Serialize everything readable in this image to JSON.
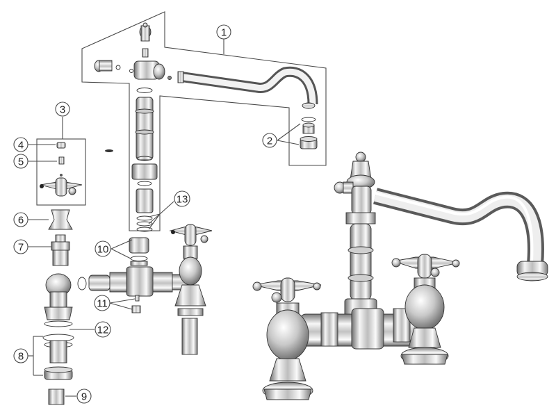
{
  "callouts": [
    {
      "id": "1",
      "label": "1"
    },
    {
      "id": "2",
      "label": "2"
    },
    {
      "id": "3",
      "label": "3"
    },
    {
      "id": "4",
      "label": "4"
    },
    {
      "id": "5",
      "label": "5"
    },
    {
      "id": "6",
      "label": "6"
    },
    {
      "id": "7",
      "label": "7"
    },
    {
      "id": "8",
      "label": "8"
    },
    {
      "id": "9",
      "label": "9"
    },
    {
      "id": "10",
      "label": "10"
    },
    {
      "id": "11",
      "label": "11"
    },
    {
      "id": "12",
      "label": "12"
    },
    {
      "id": "13",
      "label": "13"
    }
  ],
  "colors": {
    "chrome_light": "#f4f4f4",
    "chrome_mid": "#c9c9c9",
    "chrome_dark": "#6e6e6e",
    "line": "#4a4a4a",
    "handle_accent": "#222222"
  }
}
